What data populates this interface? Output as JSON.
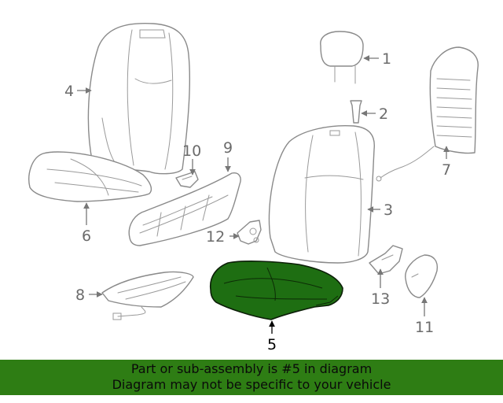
{
  "diagram": {
    "highlight_color": "#1e6e12",
    "callouts": [
      {
        "id": "1",
        "label": "1"
      },
      {
        "id": "2",
        "label": "2"
      },
      {
        "id": "3",
        "label": "3"
      },
      {
        "id": "4",
        "label": "4"
      },
      {
        "id": "5",
        "label": "5",
        "highlighted": true
      },
      {
        "id": "6",
        "label": "6"
      },
      {
        "id": "7",
        "label": "7"
      },
      {
        "id": "8",
        "label": "8"
      },
      {
        "id": "9",
        "label": "9"
      },
      {
        "id": "10",
        "label": "10"
      },
      {
        "id": "11",
        "label": "11"
      },
      {
        "id": "12",
        "label": "12"
      },
      {
        "id": "13",
        "label": "13"
      }
    ]
  },
  "banner": {
    "line1": "Part or sub-assembly is #5 in diagram",
    "line2": "Diagram may not be specific to your vehicle",
    "background": "#2e7d14"
  }
}
